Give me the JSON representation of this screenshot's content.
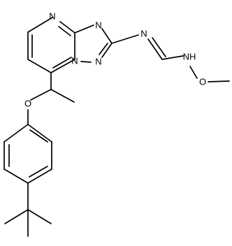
{
  "structure": {
    "atom_labels": {
      "n_pyrimidine_top": "N",
      "n_triazole_right": "N",
      "n_triazole_bottom": "N",
      "n_bridgehead": "N",
      "n_imine": "N",
      "nh": "NH",
      "o_methoxy": "O",
      "o_ether": "O"
    }
  }
}
